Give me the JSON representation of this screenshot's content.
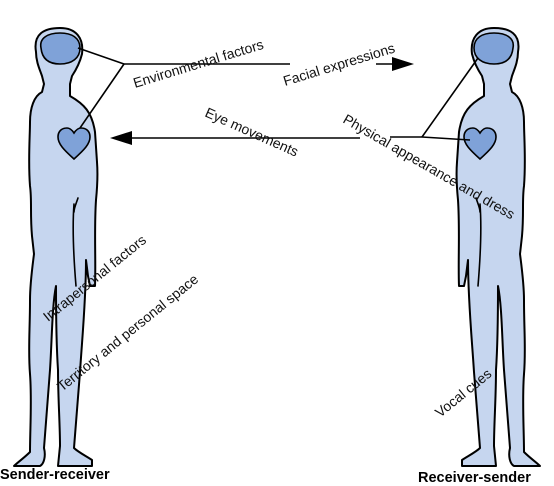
{
  "labels": {
    "environmental": "Environmental factors",
    "facial": "Facial expressions",
    "eye": "Eye movements",
    "physical": "Physical appearance and dress",
    "intrapersonal": "Intrapersonal factors",
    "territory": "Territory and personal space",
    "vocal": "Vocal cues"
  },
  "captions": {
    "left": "Sender-receiver",
    "right": "Receiver-sender"
  },
  "colors": {
    "body": "#c6d6ef",
    "organ": "#7fa2d8",
    "line": "#000000"
  },
  "icons": {
    "brain": "brain-icon",
    "heart": "heart-icon"
  }
}
